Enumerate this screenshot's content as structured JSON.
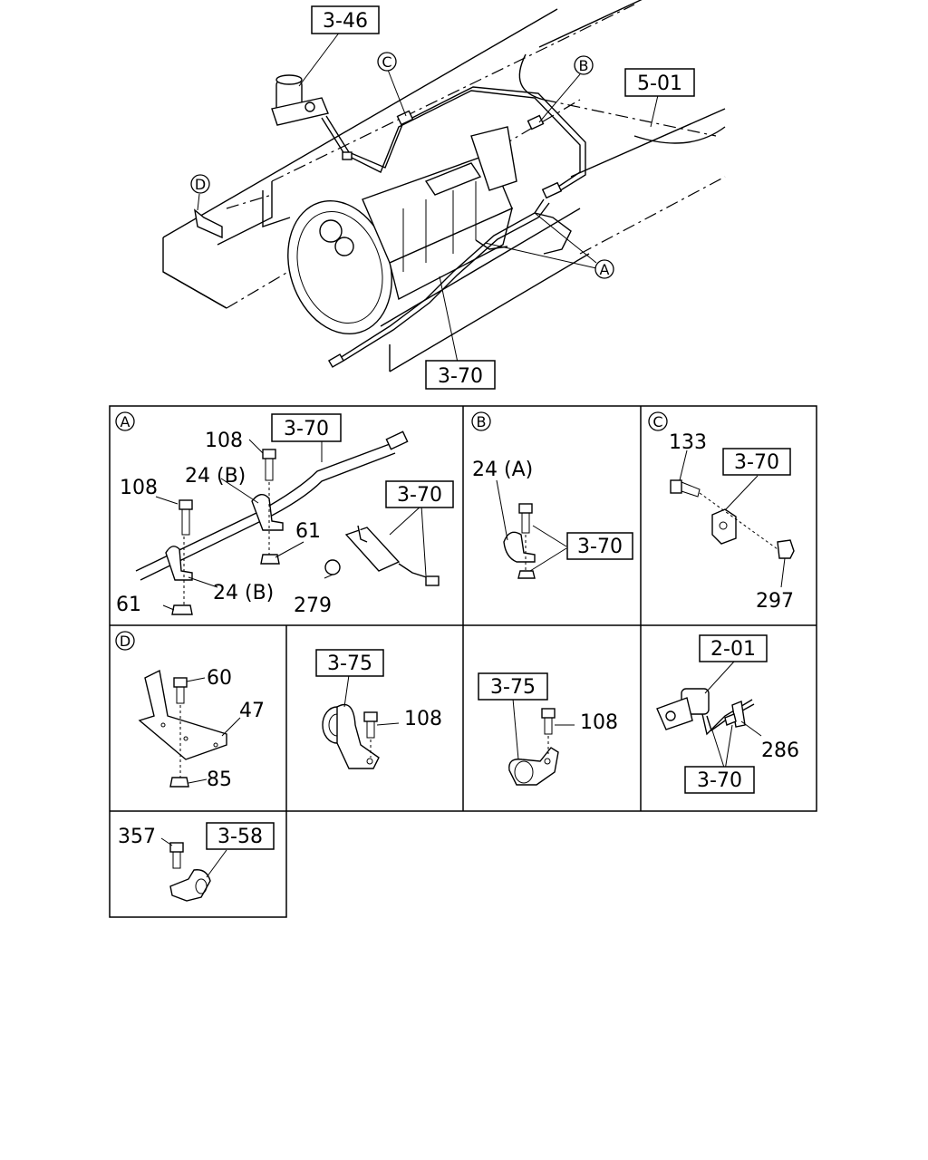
{
  "overview": {
    "refs": [
      "3-46",
      "5-01",
      "3-70"
    ],
    "callouts": [
      "A",
      "B",
      "C",
      "D"
    ]
  },
  "details": {
    "A": {
      "letter": "A",
      "refs": [
        "3-70",
        "3-70"
      ],
      "parts": [
        "108",
        "108",
        "24 (B)",
        "24 (B)",
        "61",
        "61",
        "279"
      ]
    },
    "B": {
      "letter": "B",
      "refs": [
        "3-70"
      ],
      "parts": [
        "24 (A)"
      ]
    },
    "C": {
      "letter": "C",
      "refs": [
        "3-70"
      ],
      "parts": [
        "133",
        "297"
      ]
    },
    "D": {
      "letter": "D",
      "parts": [
        "60",
        "47",
        "85"
      ]
    },
    "E": {
      "refs": [
        "3-75"
      ],
      "parts": [
        "108"
      ]
    },
    "F": {
      "refs": [
        "3-75"
      ],
      "parts": [
        "108"
      ]
    },
    "G": {
      "refs": [
        "2-01",
        "3-70"
      ],
      "parts": [
        "286"
      ]
    },
    "H": {
      "refs": [
        "3-58"
      ],
      "parts": [
        "357"
      ]
    }
  }
}
